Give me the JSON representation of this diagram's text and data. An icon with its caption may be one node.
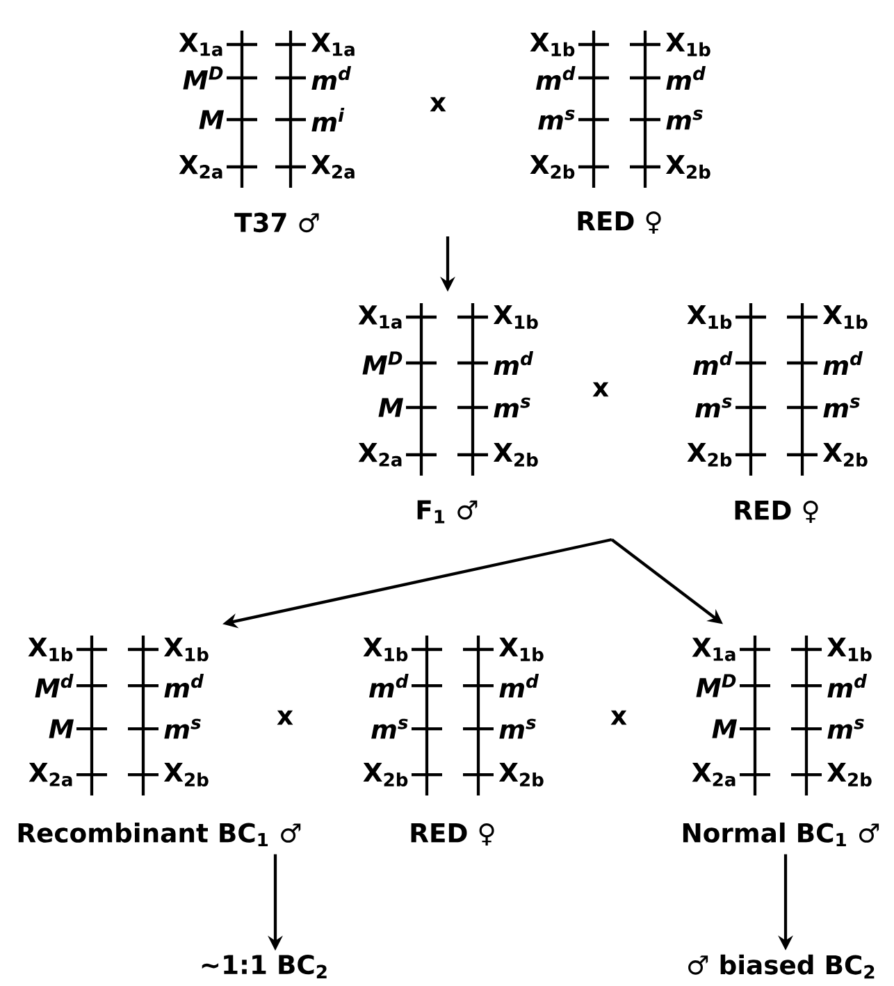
{
  "diagram": {
    "nodes": [
      {
        "text": [
          "X$_{1a}$",
          "M$^{D}$",
          "M",
          "X$_{2a}$",
          "X$_{1a}$",
          "m$^{d}$",
          "m$^{i}$",
          "X$_{2a}$",
          "T37 ♂"
        ]
      },
      {
        "text": [
          "X$_{1b}$",
          "m$^{d}$",
          "m$^{s}$",
          "X$_{2b}$",
          "X$_{1b}$",
          "m$^{d}$",
          "m$^{s}$",
          "X$_{2b}$",
          "RED ♀"
        ]
      },
      {
        "text": [
          "X$_{1a}$",
          "M$^{D}$",
          "M",
          "X$_{2a}$",
          "X$_{1b}$",
          "m$^{d}$",
          "m$^{s}$",
          "X$_{2b}$",
          "F$_{1}$ ♂"
        ]
      },
      {
        "text": [
          "X$_{1b}$",
          "m$^{d}$",
          "m$^{s}$",
          "X$_{2b}$",
          "X$_{1b}$",
          "m$^{d}$",
          "m$^{s}$",
          "X$_{2b}$",
          "RED ♀"
        ]
      },
      {
        "text": [
          "X$_{1b}$",
          "M$^{d}$",
          "M",
          "X$_{2a}$",
          "X$_{1b}$",
          "m$^{d}$",
          "m$^{s}$",
          "X$_{2b}$",
          "Recombinant BC$_{1}$ ♂"
        ]
      },
      {
        "text": [
          "X$_{1b}$",
          "m$^{d}$",
          "m$^{s}$",
          "X$_{2b}$",
          "X$_{1b}$",
          "m$^{d}$",
          "m$^{s}$",
          "X$_{2b}$",
          "RED ♀"
        ]
      },
      {
        "text": [
          "X$_{1a}$",
          "M$^{D}$",
          "M",
          "X$_{2a}$",
          "X$_{1b}$",
          "m$^{d}$",
          "m$^{s}$",
          "X$_{2b}$",
          "Normal BC$_{1}$ ♂"
        ]
      },
      {
        "text": [
          "~1:1 BC$_{2}$"
        ]
      },
      {
        "text": [
          "♂ biased BC$_{2}$"
        ]
      }
    ],
    "edges": [
      {
        "from": null,
        "to": 2,
        "arrow": "to"
      },
      {
        "from": null,
        "to": 4,
        "arrow": "to"
      },
      {
        "from": null,
        "to": 6,
        "arrow": "to"
      },
      {
        "from": 4,
        "to": 7,
        "arrow": "to"
      },
      {
        "from": 6,
        "to": 8,
        "arrow": "to"
      }
    ],
    "labels": [
      "x",
      "x",
      "x",
      "x"
    ]
  }
}
